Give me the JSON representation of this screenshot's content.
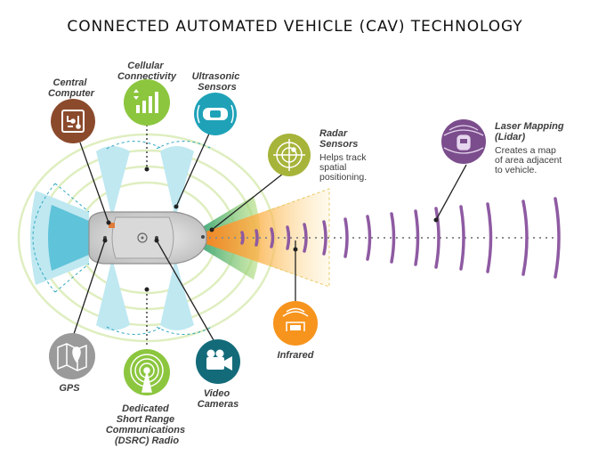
{
  "title": "CONNECTED AUTOMATED VEHICLE (CAV) TECHNOLOGY",
  "colors": {
    "brown": "#8b4a2c",
    "green": "#8cc63f",
    "teal": "#1fa2b8",
    "olive": "#a7b43a",
    "purple": "#7b4d8c",
    "orange": "#f7941d",
    "gray": "#9a9a9a",
    "dark_teal": "#136b7a",
    "radar_green": "#79c143",
    "sensor_blue": "#3fb7d0"
  },
  "technologies": {
    "central_computer": {
      "label_lines": [
        "Central",
        "Computer"
      ],
      "icon": "circuit-board-icon"
    },
    "cellular": {
      "label_lines": [
        "Cellular",
        "Connectivity"
      ],
      "icon": "signal-bars-icon"
    },
    "ultrasonic": {
      "label_lines": [
        "Ultrasonic",
        "Sensors"
      ],
      "icon": "car-top-view-icon"
    },
    "radar": {
      "label_lines": [
        "Radar",
        "Sensors"
      ],
      "desc_lines": [
        "Helps track",
        "spatial",
        "positioning."
      ],
      "icon": "radar-crosshair-icon"
    },
    "lidar": {
      "label_lines": [
        "Laser Mapping",
        "(Lidar)"
      ],
      "desc_lines": [
        "Creates a map",
        "of area adjacent",
        "to vehicle."
      ],
      "icon": "lidar-car-icon"
    },
    "infrared": {
      "label_lines": [
        "Infrared"
      ],
      "icon": "infrared-car-icon"
    },
    "gps": {
      "label_lines": [
        "GPS"
      ],
      "icon": "map-pin-icon"
    },
    "dsrc": {
      "label_lines": [
        "Dedicated",
        "Short Range",
        "Communications",
        "(DSRC) Radio"
      ],
      "icon": "antenna-icon"
    },
    "video": {
      "label_lines": [
        "Video",
        "Cameras"
      ],
      "icon": "video-camera-icon"
    }
  }
}
